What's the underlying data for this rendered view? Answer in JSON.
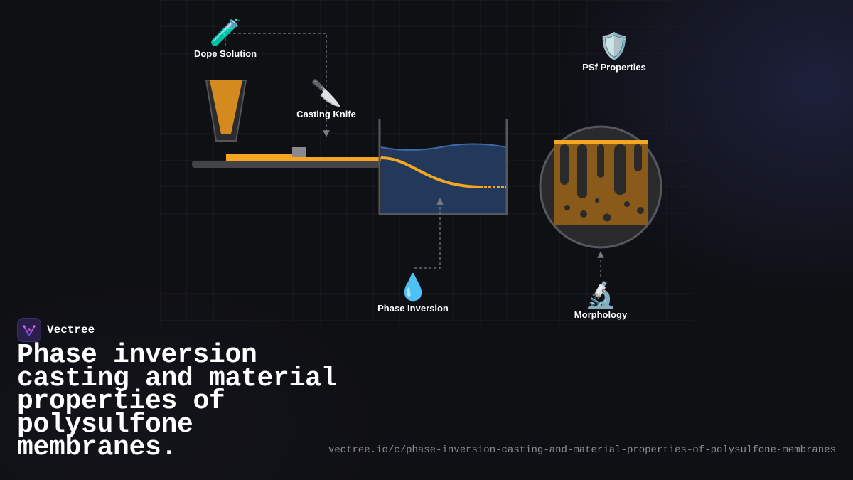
{
  "diagram": {
    "labels": {
      "dope_solution": "Dope Solution",
      "casting_knife": "Casting Knife",
      "phase_inversion": "Phase Inversion",
      "psf_properties": "PSf Properties",
      "morphology": "Morphology"
    },
    "icons": {
      "dope_solution": "🧪",
      "casting_knife": "🔪",
      "phase_inversion": "💧",
      "psf_properties": "🛡️",
      "morphology": "🔬"
    },
    "colors": {
      "film": "#f5a623",
      "dope": "#d48a1e",
      "bath_water": "#23395b",
      "membrane": "#8a5a1a",
      "pores": "#2a2a2a",
      "arrows": "#7a7d86"
    }
  },
  "brand": {
    "name": "Vectree"
  },
  "title": "Phase inversion casting and material properties of polysulfone membranes.",
  "url": "vectree.io/c/phase-inversion-casting-and-material-properties-of-polysulfone-membranes"
}
